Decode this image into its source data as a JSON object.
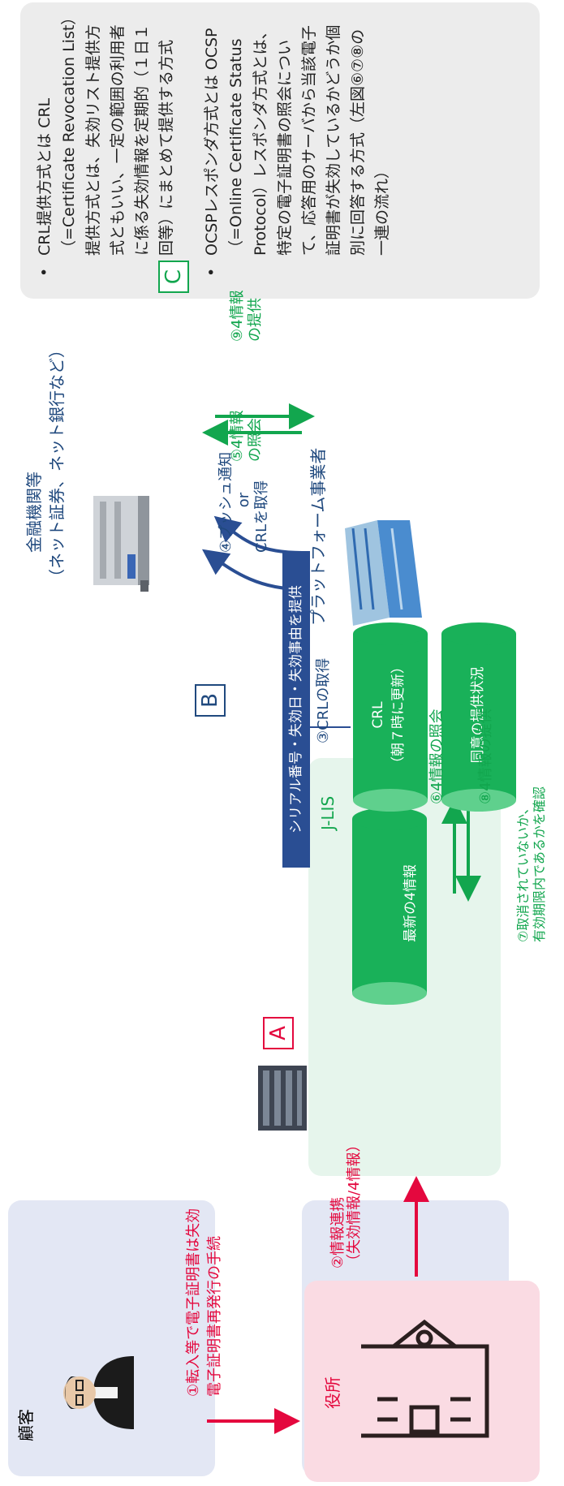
{
  "customer": {
    "label": "顧客"
  },
  "office": {
    "label": "役所"
  },
  "bank": {
    "label_line1": "金融機関等",
    "label_line2": "（ネット証券、ネット銀行など）"
  },
  "platform": {
    "label": "プラットフォーム事業者"
  },
  "jlis": {
    "label": "J-LIS",
    "banner": "シリアル番号・失効日・失効事由を提供",
    "db_latest": "最新の4情報",
    "db_crl_line1": "CRL",
    "db_crl_line2": "（朝７時に更新）",
    "db_consent": "同意の提供状況"
  },
  "markers": {
    "a": "A",
    "b": "B",
    "c": "C"
  },
  "steps": {
    "s1_line1": "①転入等で電子証明書は失効",
    "s1_line2": "電子証明書再発行の手続",
    "s2_line1": "②情報連携",
    "s2_line2": "（失効情報/4情報）",
    "s3": "③CRLの取得",
    "s4_line1": "④プッシュ通知",
    "s4_line2": "or",
    "s4_line3": "CRLを取得",
    "s5_line1": "⑤4情報",
    "s5_line2": "の照会",
    "s6": "⑥4情報の照会",
    "s7_line1": "⑦取消されていないか、",
    "s7_line2": "有効期限内であるかを確認",
    "s8": "⑧4情報の提供",
    "s9_line1": "⑨4情報",
    "s9_line2": "の提供"
  },
  "notes": [
    "CRL提供方式とは CRL（=Certificate Revocation List）提供方式とは、失効リスト提供方式ともいい、一定の範囲の利用者に係る失効情報を定期的（１日１回等）にまとめて提供する方式",
    "OCSPレスポンダ方式とは OCSP（=Online Certificate Status Protocol）レスポンダ方式とは、特定の電子証明書の照会について、応答用のサーバから当該電子証明書が失効しているかどうか個別に回答する方式（左図⑥⑦⑧の一連の流れ）"
  ],
  "colors": {
    "blue": "#20497e",
    "green": "#12a64e",
    "red": "#e4083e",
    "db_green": "#19b159"
  },
  "icons": [
    "person-icon",
    "building-icon",
    "skyscraper-icon",
    "city-hall-icon",
    "server-rack-icon"
  ]
}
